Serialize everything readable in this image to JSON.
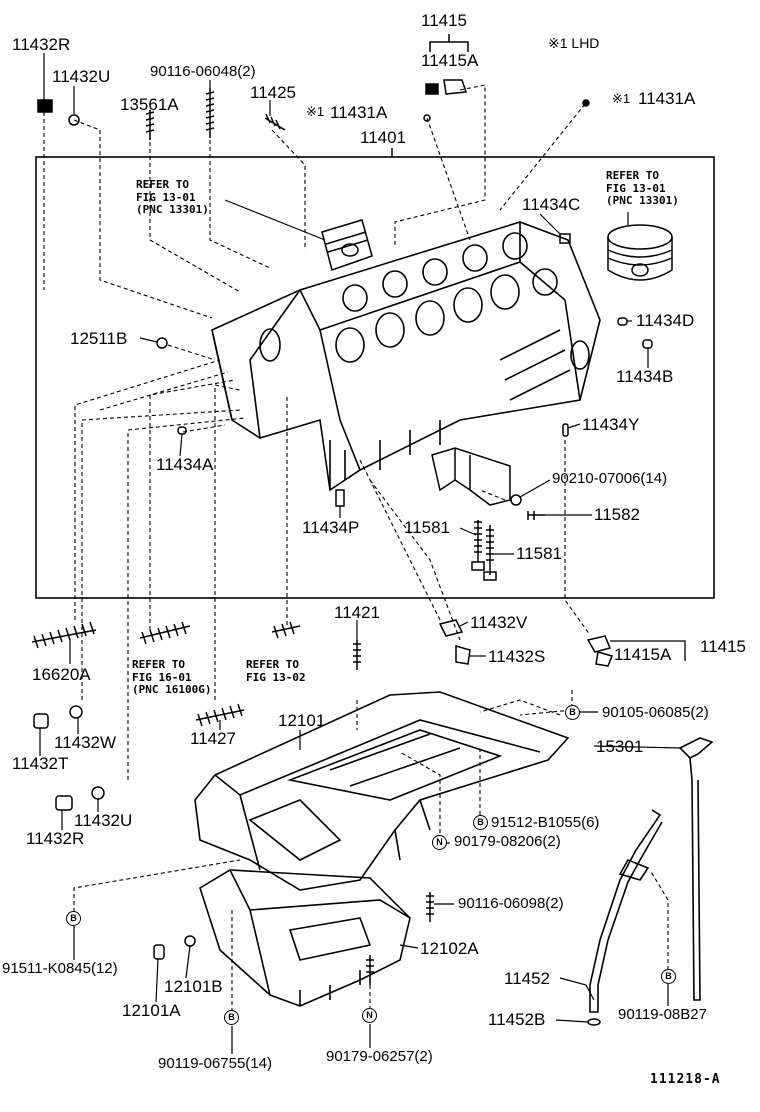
{
  "header": {
    "lhd_note": "※1  LHD"
  },
  "footer": {
    "figure_code": "111218-A"
  },
  "badge_letters": {
    "b": "B",
    "n": "N"
  },
  "markers": {
    "note_1": "※1"
  },
  "references": {
    "fig_13_01_left": "REFER TO\nFIG 13-01\n(PNC 13301)",
    "fig_13_01_right": "REFER TO\nFIG 13-01\n(PNC 13301)",
    "fig_16_01": "REFER TO\nFIG 16-01\n(PNC 16100G)",
    "fig_13_02": "REFER TO\nFIG 13-02"
  },
  "parts": {
    "p11415_top": "11415",
    "p11415A_top": "11415A",
    "p11432R_top": "11432R",
    "p11432U_top": "11432U",
    "p90116_06048": "90116-06048(2)",
    "p13561A": "13561A",
    "p11425": "11425",
    "p11431A_mid": "11431A",
    "p11431A_right": "11431A",
    "p11401": "11401",
    "p11434C": "11434C",
    "p12511B": "12511B",
    "p11434D": "11434D",
    "p11434B": "11434B",
    "p11434Y": "11434Y",
    "p11434A": "11434A",
    "p90210_07006": "90210-07006(14)",
    "p11582": "11582",
    "p11434P": "11434P",
    "p11581_a": "11581",
    "p11581_b": "11581",
    "p11421": "11421",
    "p11432V": "11432V",
    "p11432S": "11432S",
    "p11415A_bot": "11415A",
    "p11415_bot": "11415",
    "p16620A": "16620A",
    "p90105_06085": "90105-06085(2)",
    "p12101": "12101",
    "p15301": "15301",
    "p11432T": "11432T",
    "p11432W": "11432W",
    "p11427": "11427",
    "p11432U_bot": "11432U",
    "p11432R_bot": "11432R",
    "p91512_B1055": "91512-B1055(6)",
    "p90179_08206": "90179-08206(2)",
    "p90116_06098": "90116-06098(2)",
    "p91511_K0845": "91511-K0845(12)",
    "p12102A": "12102A",
    "p12101B": "12101B",
    "p12101A": "12101A",
    "p11452": "11452",
    "p11452B": "11452B",
    "p90119_08B27": "90119-08B27",
    "p90119_06755": "90119-06755(14)",
    "p90179_06257": "90179-06257(2)"
  }
}
